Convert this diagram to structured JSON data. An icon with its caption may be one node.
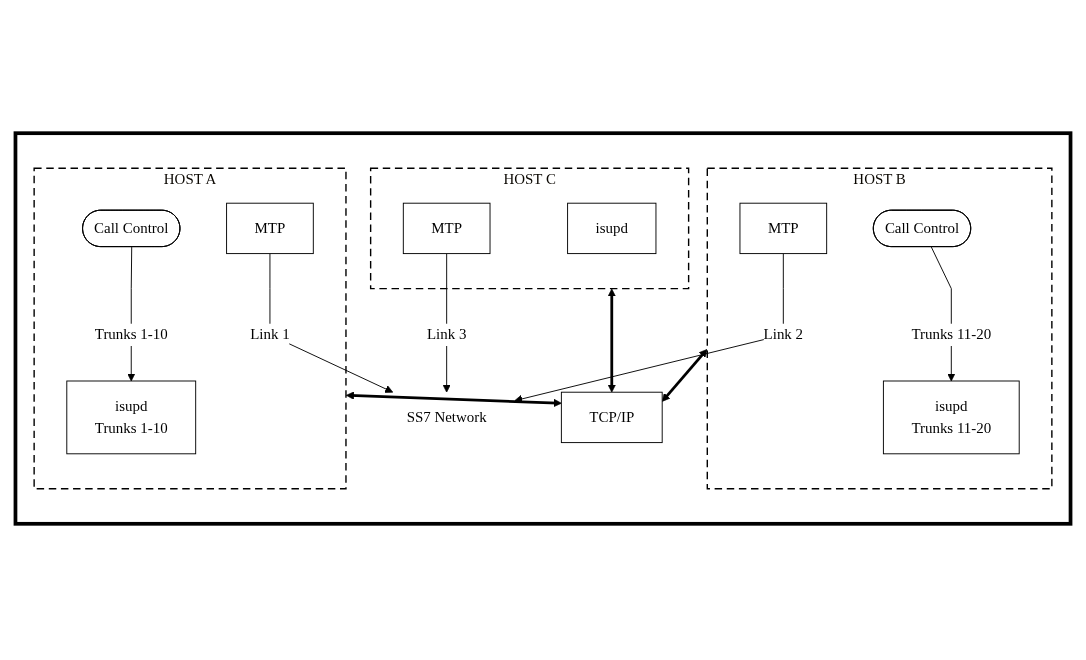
{
  "diagram": {
    "nodes": [
      {
        "text": [],
        "shape": "box"
      },
      {
        "text": [
          "HOST A"
        ],
        "in": 0
      },
      {
        "text": [
          "Call Control"
        ],
        "in": 1
      },
      {
        "text": [
          "isupd",
          "Trunks 1-10"
        ],
        "in": 1
      },
      {
        "text": [
          "MTP"
        ],
        "in": 1
      },
      {
        "text": [
          "HOST B"
        ],
        "in": 0
      },
      {
        "text": [
          "Call Control"
        ],
        "in": 5
      },
      {
        "text": [
          "isupd",
          "Trunks 11-20"
        ],
        "in": 5
      },
      {
        "text": [
          "MTP"
        ],
        "in": 5
      },
      {
        "text": [
          "HOST C"
        ],
        "in": 0
      },
      {
        "text": [
          "isupd"
        ],
        "in": 9
      },
      {
        "text": [
          "MTP"
        ],
        "in": 9
      },
      {
        "text": [
          "SS7 Network"
        ],
        "in": 0
      },
      {
        "text": [
          "TCP/IP"
        ],
        "in": 0
      }
    ],
    "edges": [
      {
        "from": 2,
        "to": 3,
        "arrow": "to",
        "label": "Trunks 1-10"
      },
      {
        "from": 6,
        "to": 7,
        "arrow": "to",
        "label": "Trunks 11-20"
      },
      {
        "from": 4,
        "to": 12,
        "arrow": "to",
        "label": "Link 1"
      },
      {
        "from": 8,
        "to": 12,
        "arrow": "to",
        "label": "Link 2"
      },
      {
        "from": 11,
        "to": 12,
        "arrow": "to",
        "label": "Link 3"
      },
      {
        "from": 1,
        "to": 13,
        "arrow": "both",
        "style": "thick"
      },
      {
        "from": 5,
        "to": 13,
        "arrow": "both",
        "style": "thick"
      },
      {
        "from": 9,
        "to": 13,
        "arrow": "both",
        "style": "thick"
      }
    ]
  }
}
